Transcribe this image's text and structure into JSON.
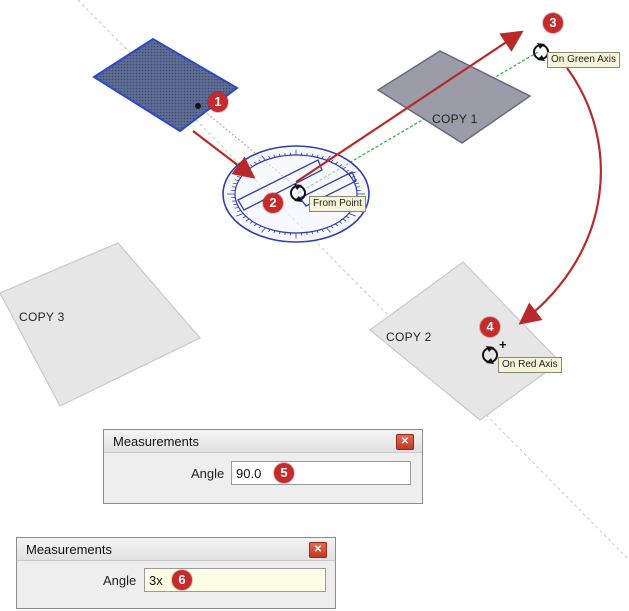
{
  "steps": [
    "1",
    "2",
    "3",
    "4",
    "5",
    "6"
  ],
  "tooltips": {
    "from_point": "From Point",
    "on_green_axis": "On Green Axis",
    "on_red_axis": "On Red Axis"
  },
  "shapes": {
    "copy1": "COPY 1",
    "copy2": "COPY 2",
    "copy3": "COPY 3"
  },
  "measurements_top": {
    "title": "Measurements",
    "label": "Angle",
    "value": "90.0",
    "field_color": "#ffffff"
  },
  "measurements_bottom": {
    "title": "Measurements",
    "label": "Angle",
    "value": "3x",
    "field_color": "#fefde6"
  },
  "colors": {
    "arrow_red": "#b82a2a",
    "protractor_blue": "#2e3fb0",
    "green_axis": "#3db23d",
    "red_axis": "#d98a8a",
    "badge_red": "#c62a2a"
  },
  "icons": {
    "rotate_cursor": "rotate-cursor-icon",
    "close": "close-icon"
  }
}
